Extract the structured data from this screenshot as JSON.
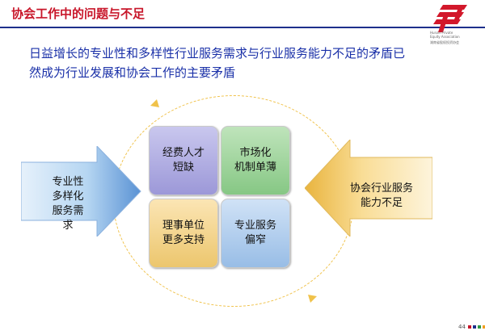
{
  "slide": {
    "title": "协会工作中的问题与不足",
    "headline_line1": "日益增长的专业性和多样性行业服务需求与行业服务能力不足的矛盾已",
    "headline_line2": "然成为行业发展和协会工作的主要矛盾",
    "page_number": "44"
  },
  "logo": {
    "text_line1": "Hunan Private",
    "text_line2": "Equity Association",
    "text_line3": "湖南省股权投资协会"
  },
  "left_arrow": {
    "line1": "专业性",
    "line2": "多样化",
    "line3": "服务需",
    "line4": "求"
  },
  "right_arrow": {
    "line1": "协会行业服务",
    "line2": "能力不足"
  },
  "tiles": [
    {
      "line1": "经费人才",
      "line2": "短缺"
    },
    {
      "line1": "市场化",
      "line2": "机制单薄"
    },
    {
      "line1": "理事单位",
      "line2": "更多支持"
    },
    {
      "line1": "专业服务",
      "line2": "偏窄"
    }
  ],
  "colors": {
    "title_red": "#c8162a",
    "rule_blue": "#1d2f8c",
    "headline_blue": "#1a30a8",
    "orbit_yellow": "#f0c24a"
  }
}
